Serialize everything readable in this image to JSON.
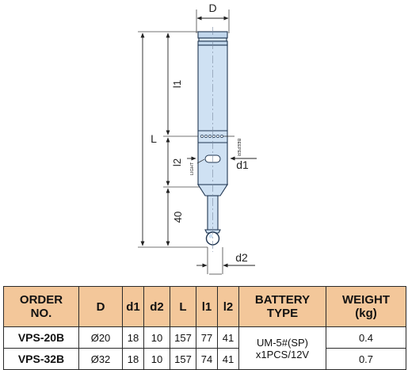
{
  "drawing": {
    "dimension_labels": {
      "D": "D",
      "l1": "l1",
      "L": "L",
      "l2": "l2",
      "d1": "d1",
      "stylus_length": "40",
      "d2": "d2"
    },
    "part_labels": {
      "beeper": "BEEPER",
      "light": "LIGHT"
    }
  },
  "table": {
    "headers": {
      "order": [
        "ORDER",
        "NO."
      ],
      "d": "D",
      "d1": "d1",
      "d2": "d2",
      "l": "L",
      "l1": "l1",
      "l2": "l2",
      "battery": [
        "BATTERY",
        "TYPE"
      ],
      "weight": [
        "WEIGHT",
        "(kg)"
      ]
    },
    "rows": [
      {
        "order": "VPS-20B",
        "d": "Ø20",
        "d1": "18",
        "d2": "10",
        "l": "157",
        "l1": "77",
        "l2": "41",
        "weight": "0.4"
      },
      {
        "order": "VPS-32B",
        "d": "Ø32",
        "d1": "18",
        "d2": "10",
        "l": "157",
        "l1": "74",
        "l2": "41",
        "weight": "0.7"
      }
    ],
    "battery_lines": [
      "UM-5#(SP)",
      "x1PCS/12V"
    ]
  },
  "colors": {
    "body_fill": "#cfe1f3",
    "body_stroke": "#1f3550",
    "header_fill": "#f3c79a"
  }
}
